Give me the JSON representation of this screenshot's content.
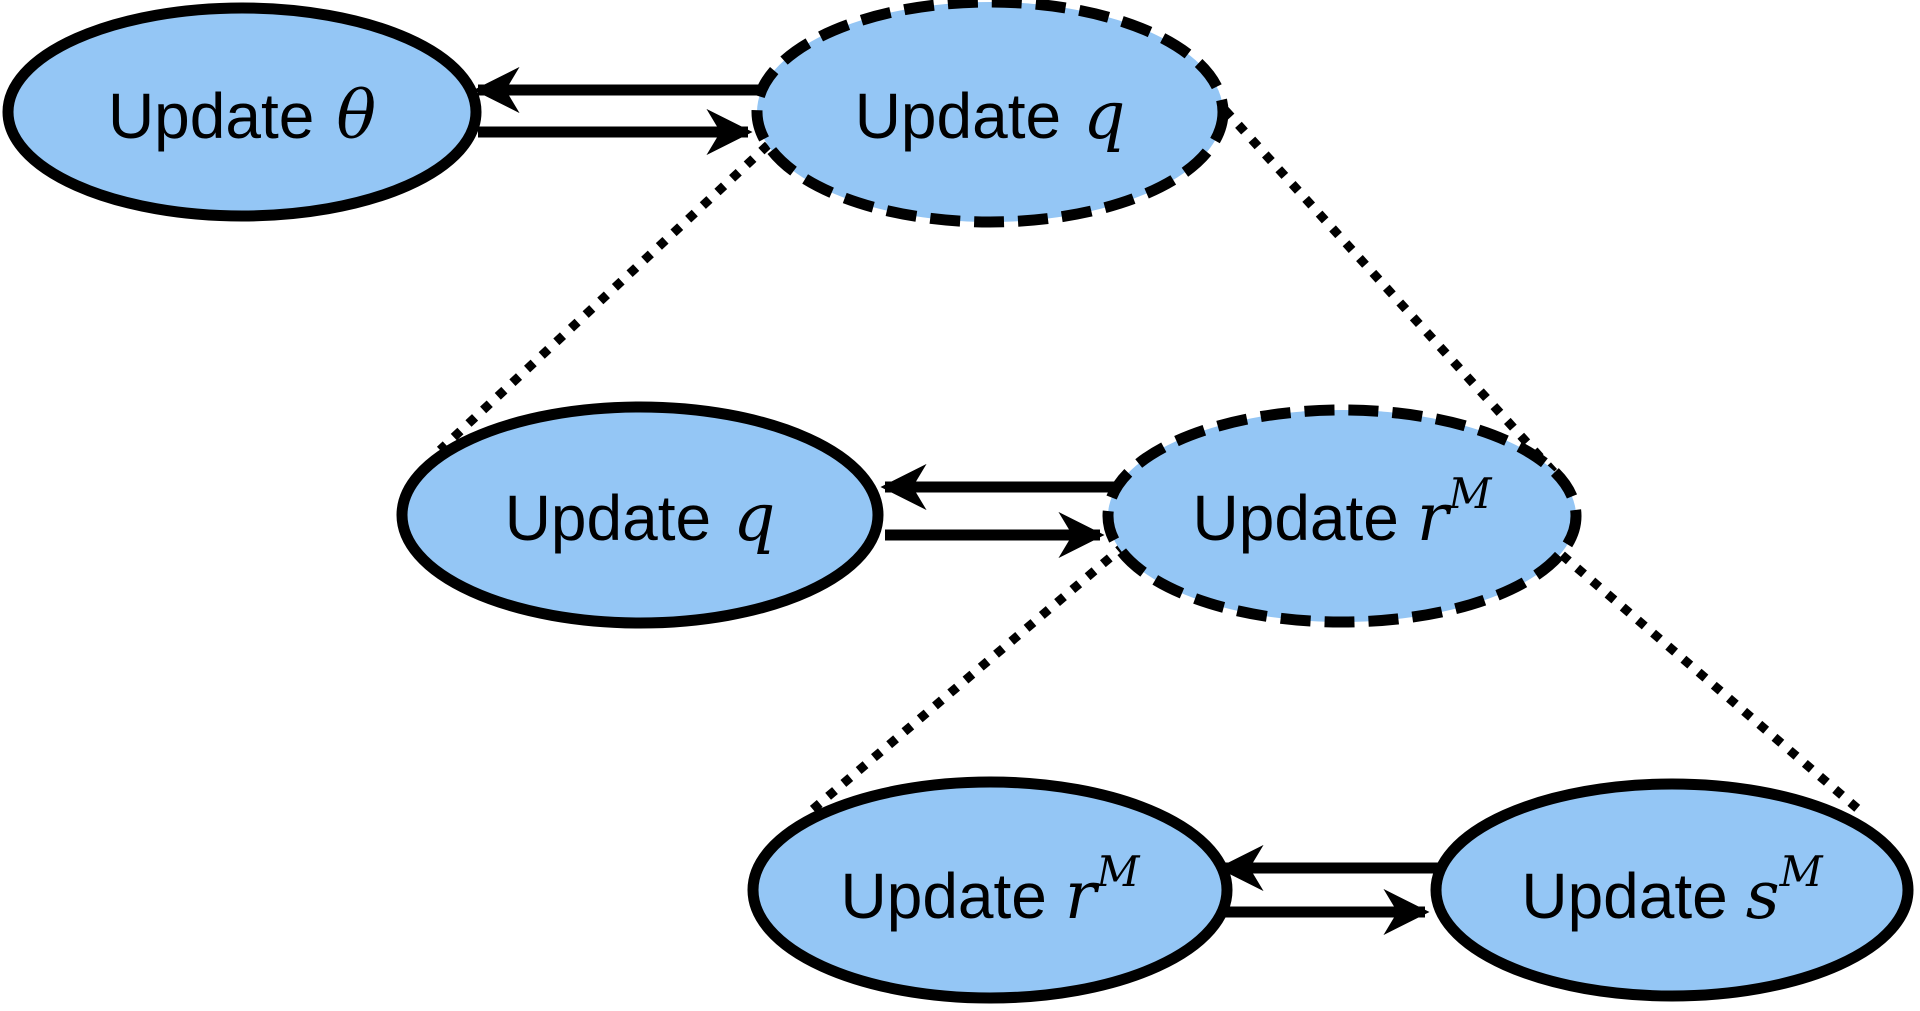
{
  "diagram": {
    "nodes": {
      "update_theta": {
        "prefix": "Update",
        "variable": "θ",
        "superscript": ""
      },
      "update_q_top": {
        "prefix": "Update",
        "variable": "q",
        "superscript": ""
      },
      "update_q_mid": {
        "prefix": "Update",
        "variable": "q",
        "superscript": ""
      },
      "update_r_mid": {
        "prefix": "Update",
        "variable": "r",
        "superscript": "M"
      },
      "update_r_bottom": {
        "prefix": "Update",
        "variable": "r",
        "superscript": "M"
      },
      "update_s_bottom": {
        "prefix": "Update",
        "variable": "s",
        "superscript": "M"
      }
    },
    "colors": {
      "node_fill": "#94c6f5",
      "stroke": "#000000"
    }
  }
}
